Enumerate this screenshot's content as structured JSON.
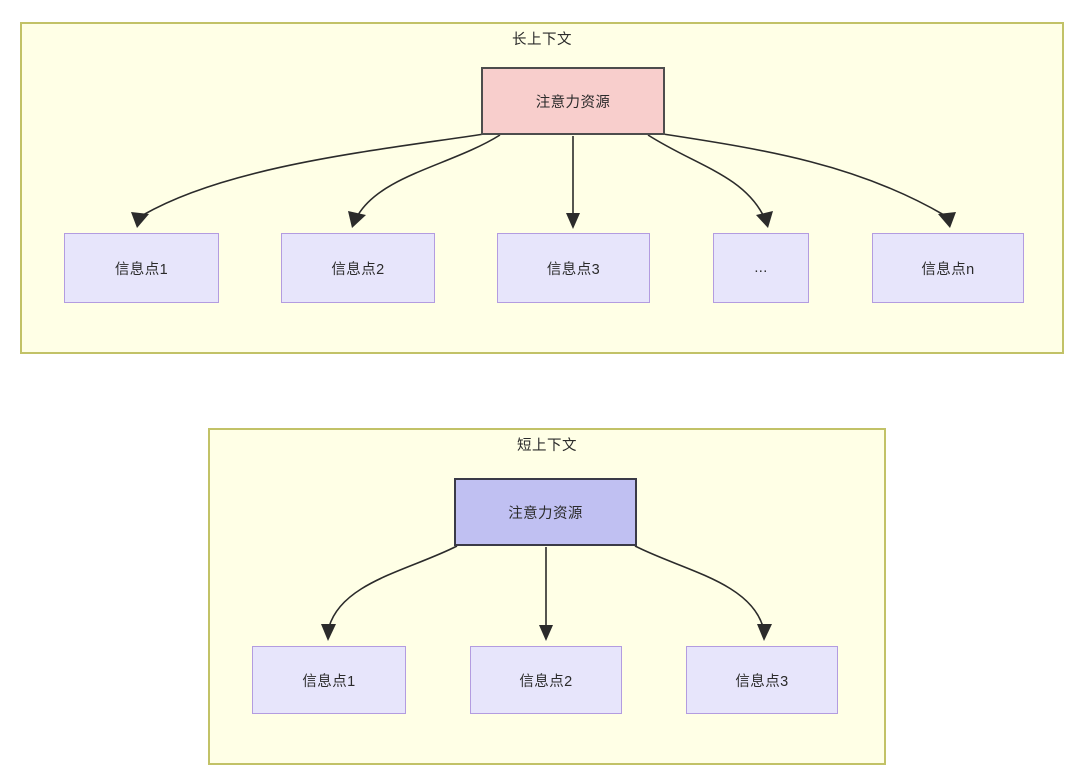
{
  "diagram": {
    "title_long": "长上下文",
    "title_short": "短上下文",
    "groups": [
      {
        "id": "long-context",
        "label": "长上下文",
        "root": {
          "label": "注意力资源",
          "fill": "#F8CECC",
          "stroke": "#4D4D4D"
        },
        "children": [
          {
            "label": "信息点1"
          },
          {
            "label": "信息点2"
          },
          {
            "label": "信息点3"
          },
          {
            "label": "..."
          },
          {
            "label": "信息点n"
          }
        ],
        "frame_fill": "#FFFFE6",
        "frame_stroke": "#C2C267"
      },
      {
        "id": "short-context",
        "label": "短上下文",
        "root": {
          "label": "注意力资源",
          "fill": "#C0C0F2",
          "stroke": "#3A3A47"
        },
        "children": [
          {
            "label": "信息点1"
          },
          {
            "label": "信息点2"
          },
          {
            "label": "信息点3"
          }
        ],
        "frame_fill": "#FFFFE6",
        "frame_stroke": "#C2C267"
      }
    ],
    "node_style": {
      "info_fill": "#E7E5FB",
      "info_stroke": "#B39CE0",
      "edge_color": "#2b2b2b",
      "text_color": "#2b2b2b"
    }
  }
}
